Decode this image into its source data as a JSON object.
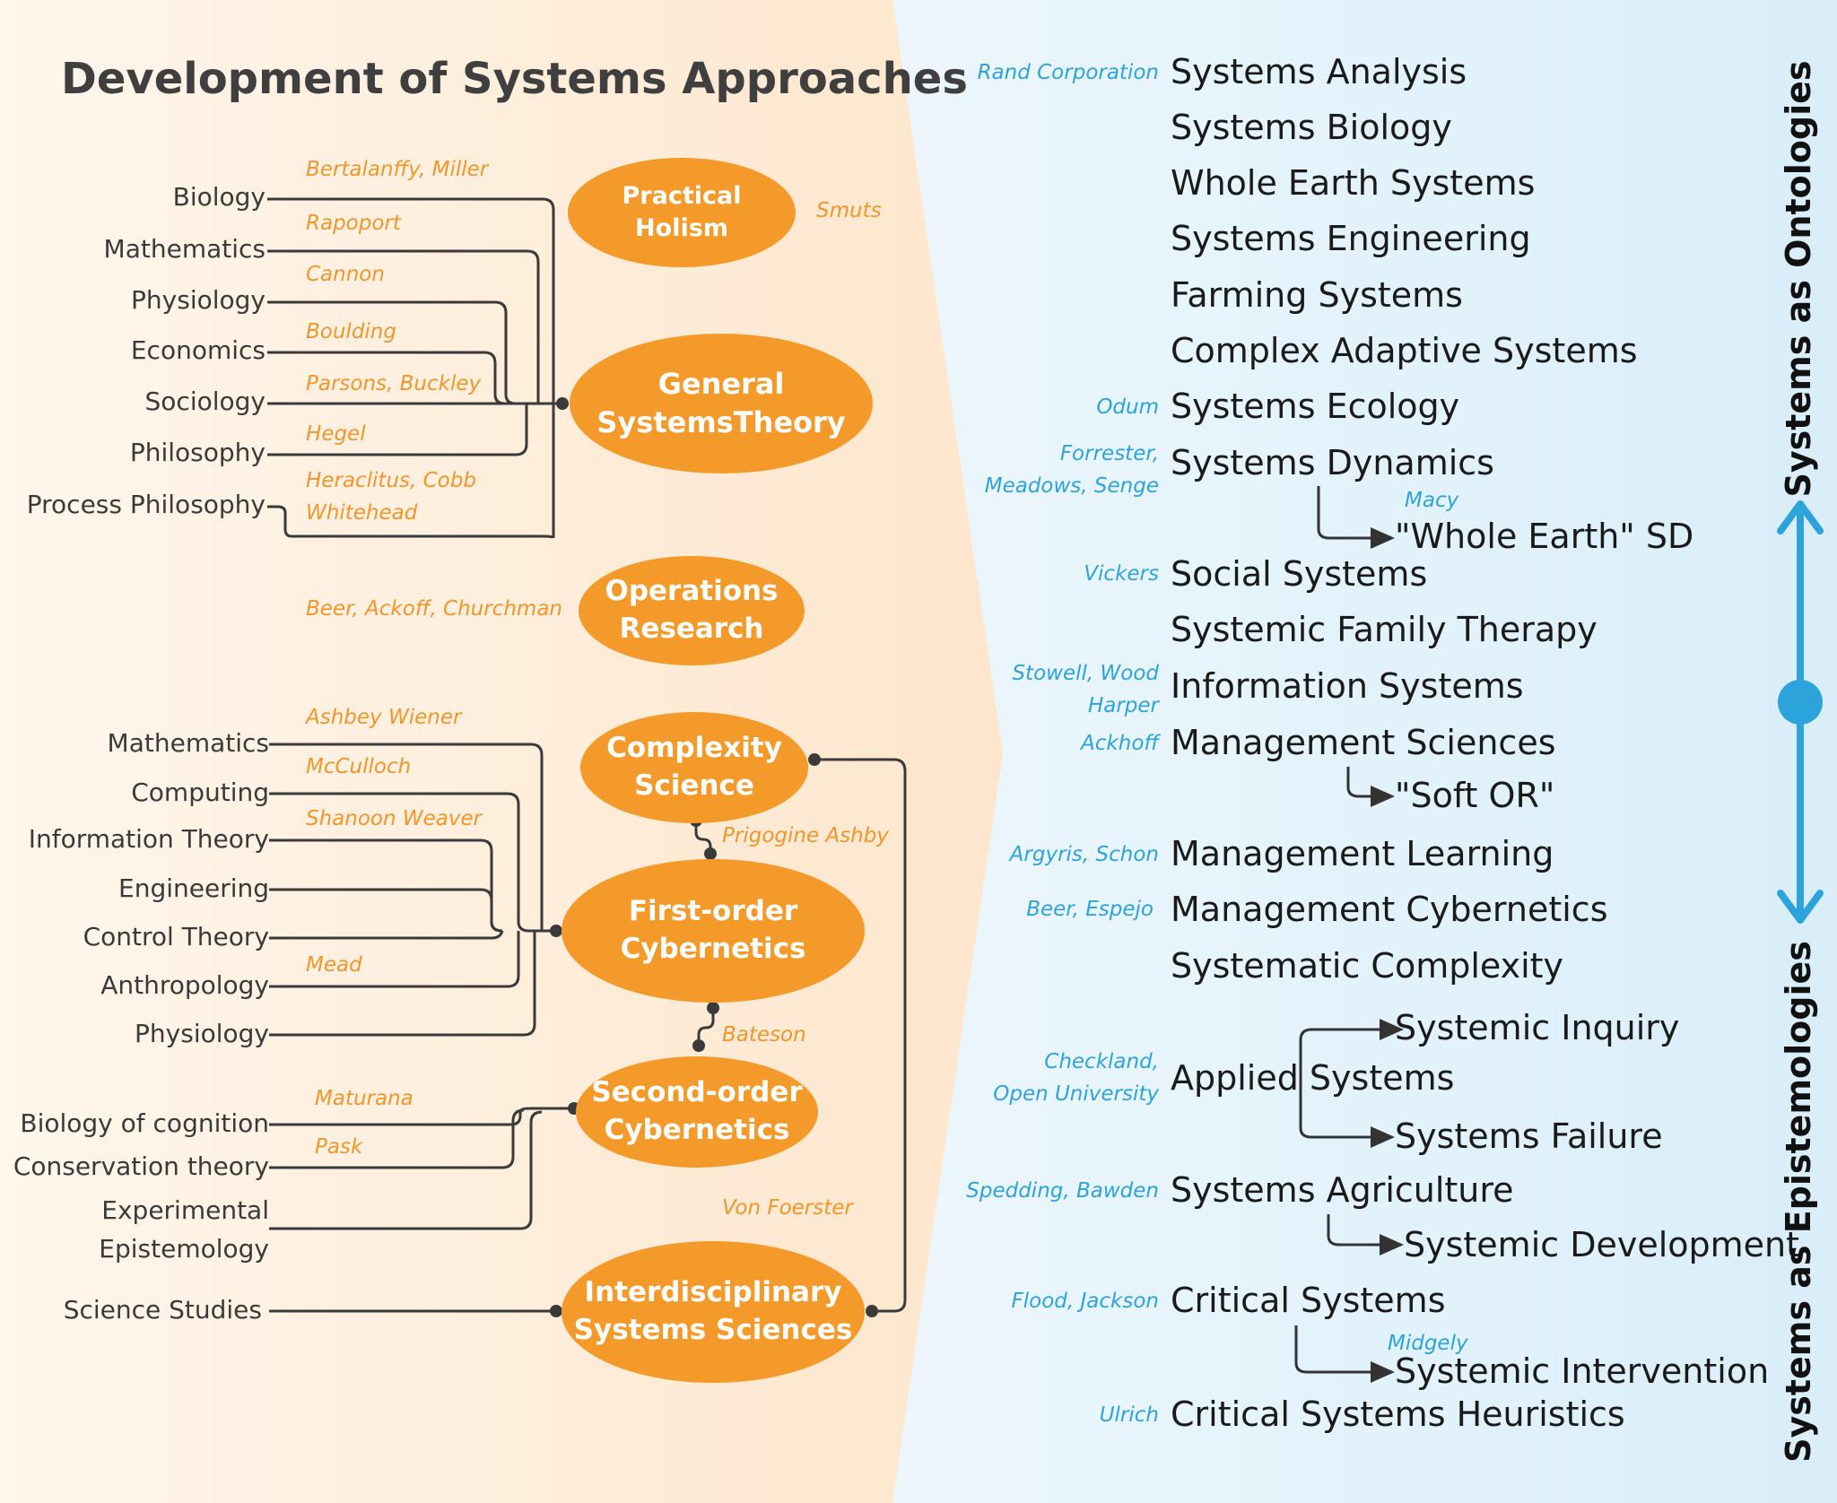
{
  "title": "Development of Systems Approaches",
  "nodes": {
    "practical_holism": "Practical\nHolism",
    "general_systems_theory": "General\nSystemsTheory",
    "operations_research": "Operations\nResearch",
    "complexity_science": "Complexity\nScience",
    "first_order_cybernetics": "First-order\nCybernetics",
    "second_order_cybernetics": "Second-order\nCybernetics",
    "interdisciplinary_systems_sciences": "Interdisciplinary\nSystems Sciences"
  },
  "gst_disciplines": [
    "Biology",
    "Mathematics",
    "Physiology",
    "Economics",
    "Sociology",
    "Philosophy",
    "Process Philosophy"
  ],
  "gst_authors": [
    "Bertalanffy, Miller",
    "Rapoport",
    "Cannon",
    "Boulding",
    "Parsons, Buckley",
    "Hegel",
    "Heraclitus, Cobb",
    "Whitehead"
  ],
  "smuts": "Smuts",
  "or_authors": "Beer, Ackoff, Churchman",
  "cyb_disciplines": [
    "Mathematics",
    "Computing",
    "Information Theory",
    "Engineering",
    "Control Theory",
    "Anthropology",
    "Physiology"
  ],
  "cyb_authors": [
    "Ashbey Wiener",
    "McCulloch",
    "Shanoon Weaver",
    "Mead"
  ],
  "prigogine": "Prigogine Ashby",
  "bateson": "Bateson",
  "soc_disciplines": [
    "Biology of cognition",
    "Conservation theory",
    "Experimental",
    "Epistemology"
  ],
  "soc_authors": [
    "Maturana",
    "Pask"
  ],
  "von_foerster": "Von Foerster",
  "science_studies": "Science Studies",
  "systems": [
    {
      "author": "Rand Corporation",
      "name": "Systems Analysis"
    },
    {
      "author": "",
      "name": "Systems Biology"
    },
    {
      "author": "",
      "name": "Whole Earth Systems"
    },
    {
      "author": "",
      "name": "Systems Engineering"
    },
    {
      "author": "",
      "name": "Farming Systems"
    },
    {
      "author": "",
      "name": "Complex Adaptive Systems"
    },
    {
      "author": "Odum",
      "name": "Systems Ecology"
    },
    {
      "author": "Forrester,\nMeadows, Senge",
      "name": "Systems Dynamics"
    },
    {
      "author": "Vickers",
      "name": "Social Systems"
    },
    {
      "author": "",
      "name": "Systemic Family Therapy"
    },
    {
      "author": "Stowell, Wood\nHarper",
      "name": "Information Systems"
    },
    {
      "author": "Ackhoff",
      "name": "Management Sciences"
    },
    {
      "author": "Argyris, Schon",
      "name": "Management Learning"
    },
    {
      "author": "Beer, Espejo",
      "name": "Management Cybernetics"
    },
    {
      "author": "",
      "name": "Systematic Complexity"
    },
    {
      "author": "Checkland,\nOpen University",
      "name": "Applied Systems"
    },
    {
      "author": "Spedding, Bawden",
      "name": "Systems Agriculture"
    },
    {
      "author": "Flood, Jackson",
      "name": "Critical Systems"
    },
    {
      "author": "Ulrich",
      "name": "Critical Systems Heuristics"
    }
  ],
  "sub_systems": {
    "whole_earth_sd": "\"Whole Earth\" SD",
    "macy": "Macy",
    "soft_or": "\"Soft OR\"",
    "systemic_inquiry": "Systemic Inquiry",
    "systems_failure": "Systems Failure",
    "systemic_development": "Systemic Development",
    "systemic_intervention": "Systemic Intervention",
    "midgely": "Midgely"
  },
  "axis": {
    "top": "Systems as Ontologies",
    "bottom": "Systems as Epistemologies"
  },
  "colors": {
    "orange": "#f49a2a",
    "author_orange": "#f0962a",
    "blue": "#2da3dc",
    "line": "#3a3a3a"
  }
}
